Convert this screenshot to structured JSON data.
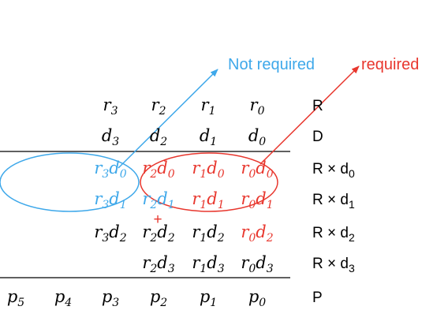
{
  "colors": {
    "blue": "#3ea8ea",
    "red": "#e8372e",
    "black": "#000000"
  },
  "annotations": {
    "not_required": "Not required",
    "required": "required",
    "plus": "+"
  },
  "rows": [
    {
      "label": "R",
      "cells": [
        {
          "v": "r",
          "s": "3",
          "c": "black"
        },
        {
          "v": "r",
          "s": "2",
          "c": "black"
        },
        {
          "v": "r",
          "s": "1",
          "c": "black"
        },
        {
          "v": "r",
          "s": "0",
          "c": "black"
        }
      ]
    },
    {
      "label": "D",
      "cells": [
        {
          "v": "d",
          "s": "3",
          "c": "black"
        },
        {
          "v": "d",
          "s": "2",
          "c": "black"
        },
        {
          "v": "d",
          "s": "1",
          "c": "black"
        },
        {
          "v": "d",
          "s": "0",
          "c": "black"
        }
      ]
    },
    {
      "label": "R × d",
      "label_sub": "0",
      "cells": [
        {
          "v": "r",
          "s": "3",
          "v2": "d",
          "s2": "0",
          "c": "blue"
        },
        {
          "v": "r",
          "s": "2",
          "v2": "d",
          "s2": "0",
          "c": "red"
        },
        {
          "v": "r",
          "s": "1",
          "v2": "d",
          "s2": "0",
          "c": "red"
        },
        {
          "v": "r",
          "s": "0",
          "v2": "d",
          "s2": "0",
          "c": "red"
        }
      ]
    },
    {
      "label": "R × d",
      "label_sub": "1",
      "cells": [
        {
          "v": "r",
          "s": "3",
          "v2": "d",
          "s2": "1",
          "c": "blue"
        },
        {
          "v": "r",
          "s": "2",
          "v2": "d",
          "s2": "1",
          "c": "blue"
        },
        {
          "v": "r",
          "s": "1",
          "v2": "d",
          "s2": "1",
          "c": "red"
        },
        {
          "v": "r",
          "s": "0",
          "v2": "d",
          "s2": "1",
          "c": "red"
        }
      ]
    },
    {
      "label": "R × d",
      "label_sub": "2",
      "cells": [
        {
          "v": "r",
          "s": "3",
          "v2": "d",
          "s2": "2",
          "c": "black"
        },
        {
          "v": "r",
          "s": "2",
          "v2": "d",
          "s2": "2",
          "c": "black"
        },
        {
          "v": "r",
          "s": "1",
          "v2": "d",
          "s2": "2",
          "c": "black"
        },
        {
          "v": "r",
          "s": "0",
          "v2": "d",
          "s2": "2",
          "c": "red"
        }
      ]
    },
    {
      "label": "R × d",
      "label_sub": "3",
      "cells": [
        {
          "v": "r",
          "s": "2",
          "v2": "d",
          "s2": "3",
          "c": "black"
        },
        {
          "v": "r",
          "s": "1",
          "v2": "d",
          "s2": "3",
          "c": "black"
        },
        {
          "v": "r",
          "s": "0",
          "v2": "d",
          "s2": "3",
          "c": "black"
        }
      ]
    },
    {
      "label": "P",
      "cells": [
        {
          "v": "p",
          "s": "5",
          "c": "black"
        },
        {
          "v": "p",
          "s": "4",
          "c": "black"
        },
        {
          "v": "p",
          "s": "3",
          "c": "black"
        },
        {
          "v": "p",
          "s": "2",
          "c": "black"
        },
        {
          "v": "p",
          "s": "1",
          "c": "black"
        },
        {
          "v": "p",
          "s": "0",
          "c": "black"
        }
      ]
    }
  ]
}
